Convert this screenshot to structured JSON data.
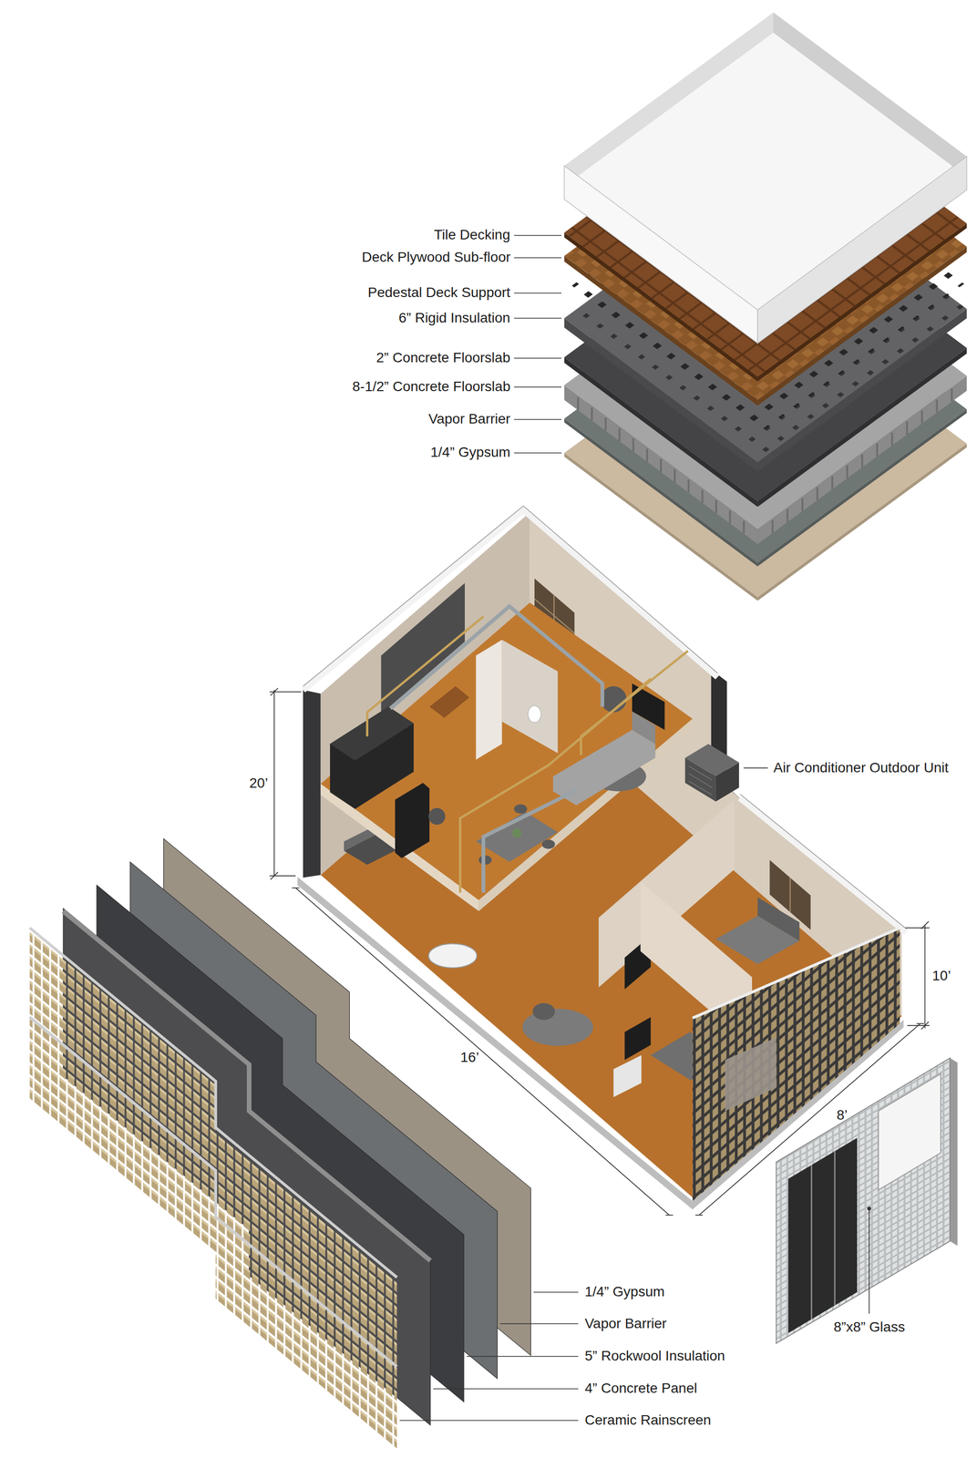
{
  "diagram": {
    "labels": [
      "Tile Decking",
      "Deck Plywood Sub-floor",
      "Pedestal Deck Support",
      "6” Rigid Insulation",
      "2” Concrete Floorslab",
      "8-1/2” Concrete Floorslab",
      "Vapor Barrier",
      "1/4” Gypsum",
      "Air Conditioner Outdoor Unit",
      "20’",
      "10’",
      "16’",
      "8’",
      "1/4” Gypsum",
      "Vapor Barrier",
      "5” Rockwool Insulation",
      "4” Concrete Panel",
      "Ceramic Rainscreen",
      "8”x8” Glass"
    ]
  }
}
